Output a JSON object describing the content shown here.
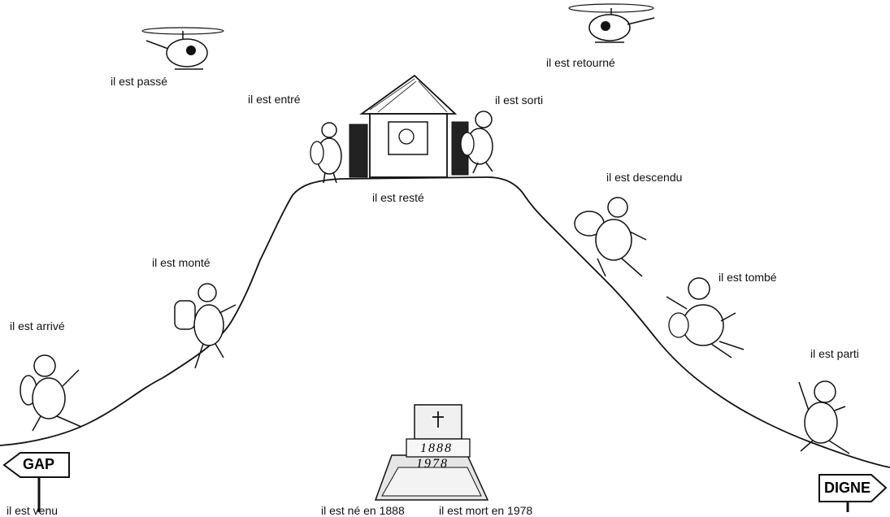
{
  "labels": {
    "passe": "il est passé",
    "retourne": "il est retourné",
    "entre": "il est entré",
    "sorti": "il est sorti",
    "reste": "il est resté",
    "descendu": "il est descendu",
    "monte": "il est monté",
    "tombe": "il est tombé",
    "arrive": "il est arrivé",
    "parti": "il est parti"
  },
  "signs": {
    "left": "GAP",
    "right": "DIGNE"
  },
  "tombstone": {
    "line1": "1888",
    "line2": "1978"
  },
  "bottom": {
    "left": "il est venu",
    "middle": "il est né en 1888",
    "right": "il est mort en 1978"
  }
}
